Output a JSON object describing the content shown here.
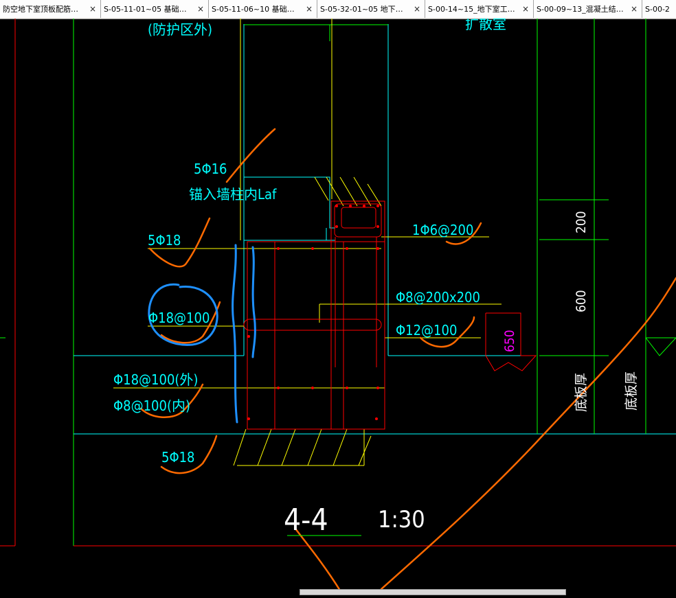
{
  "tabs": [
    {
      "label": "防空地下室顶板配筋…"
    },
    {
      "label": "S-05-11-01~05 基础…"
    },
    {
      "label": "S-05-11-06~10 基础…"
    },
    {
      "label": "S-05-32-01~05 地下…"
    },
    {
      "label": "S-00-14~15_地下室工…"
    },
    {
      "label": "S-00-09~13_混凝土结…"
    },
    {
      "label": "S-00-2"
    }
  ],
  "close_glyph": "×",
  "drawing": {
    "top_note": "(防护区外)",
    "top_right_note": "扩散室",
    "rebar_5phi16": "5Φ16",
    "anchor_note": "锚入墙柱内Laf",
    "rebar_5phi18_top": "5Φ18",
    "rebar_1phi6": "1Φ6@200",
    "rebar_phi18_100": "Φ18@100",
    "rebar_phi8_200": "Φ8@200x200",
    "rebar_phi12_100": "Φ12@100",
    "dim_650": "650",
    "rebar_phi18_out": "Φ18@100(外)",
    "rebar_phi8_in": "Φ8@100(内)",
    "rebar_5phi18_bottom": "5Φ18",
    "dim_200": "200",
    "dim_600": "600",
    "slab_thick_1": "底板厚",
    "slab_thick_2": "底板厚",
    "section_title": "4-4",
    "section_scale": "1:30"
  },
  "colors": {
    "background": "#000000",
    "cyan": "#00ffff",
    "green": "#00ff00",
    "yellow": "#ffff00",
    "red": "#ff0000",
    "orange": "#ff6a00",
    "blue": "#1e90ff",
    "magenta": "#ff00ff",
    "white": "#ffffff"
  }
}
